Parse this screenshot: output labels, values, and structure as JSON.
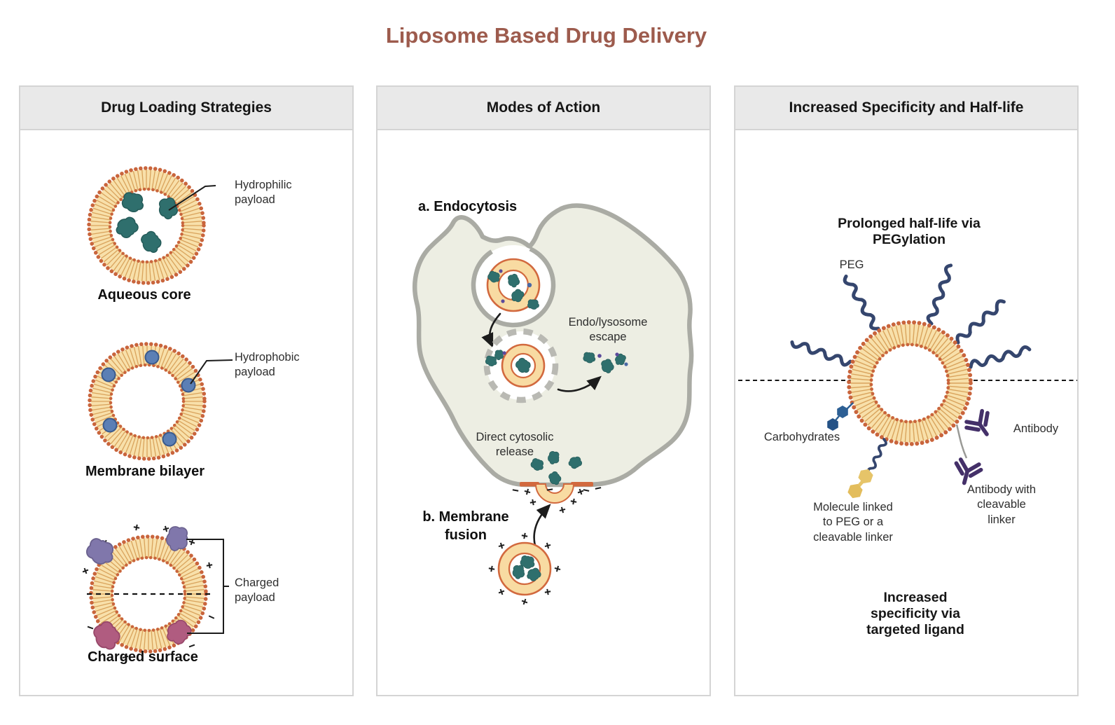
{
  "title": "Liposome Based Drug Delivery",
  "panels": {
    "loading": {
      "header": "Drug Loading Strategies",
      "aqueous": {
        "label": "Aqueous core",
        "annotation": "Hydrophilic\npayload"
      },
      "bilayer": {
        "label": "Membrane bilayer",
        "annotation": "Hydrophobic\npayload"
      },
      "charged": {
        "label": "Charged surface",
        "annotation": "Charged\npayload"
      }
    },
    "modes": {
      "header": "Modes of Action",
      "endocytosis_label": "a. Endocytosis",
      "escape_label": "Endo/lysosome\nescape",
      "release_label": "Direct cytosolic\nrelease",
      "fusion_label": "b. Membrane\nfusion"
    },
    "specificity": {
      "header": "Increased Specificity and Half-life",
      "peg_caption": "Prolonged half-life via PEGylation",
      "peg_label": "PEG",
      "carbohydrates_label": "Carbohydrates",
      "molecule_label": "Molecule linked\nto PEG or a\ncleavable linker",
      "antibody_label": "Antibody",
      "antibody_cleavable_label": "Antibody with\ncleavable linker",
      "ligand_caption": "Increased\nspecificity via\ntargeted ligand"
    }
  },
  "colors": {
    "title_text": "#9d5b4d",
    "header_bg": "#e9e9e9",
    "panel_border": "#d4d4d4",
    "lipid_fill": "#f8e0aa",
    "lipid_tails": "#d9a35c",
    "lipid_heads": "#c9653c",
    "simple_liposome_fill": "#f8dba2",
    "simple_liposome_outline": "#d2693e",
    "payload_teal": "#2f6f6d",
    "payload_blue": "#5b7fb5",
    "charge_purple": "#8077ab",
    "charge_pink": "#b05c80",
    "cell_fill": "#edeee3",
    "cell_outline": "#aaaba4",
    "endosome_dash": "#b9b9b3",
    "peg_navy": "#35466e",
    "carbohydrate_blue": "#2c5f94",
    "molecule_yellow": "#e6c469",
    "antibody_purple": "#443069"
  }
}
